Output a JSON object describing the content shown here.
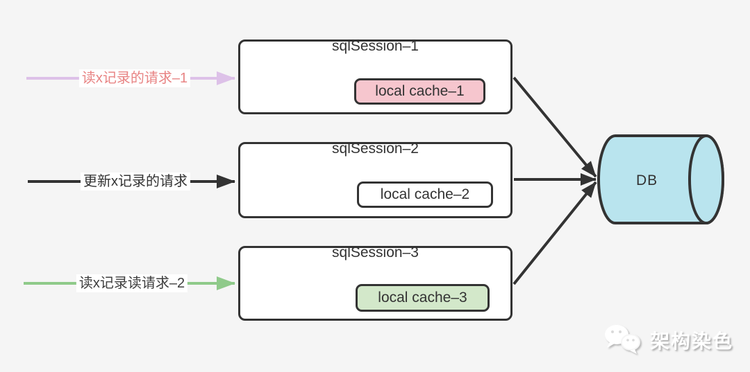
{
  "canvas": {
    "background": "#f5f5f5",
    "connector_color": "#333333"
  },
  "requests": [
    {
      "label": "读x记录的请求–1",
      "text_color": "#e88484",
      "arrow_color": "#ddc1e8"
    },
    {
      "label": "更新x记录的请求",
      "text_color": "#333333",
      "arrow_color": "#333333"
    },
    {
      "label": "读x记录读请求–2",
      "text_color": "#3d3d3d",
      "arrow_color": "#8fca8a"
    }
  ],
  "sessions": [
    {
      "title": "sqlSession–1",
      "cache_label": "local cache–1",
      "cache_fill": "#f6c6ce"
    },
    {
      "title": "sqlSession–2",
      "cache_label": "local cache–2",
      "cache_fill": "#ffffff"
    },
    {
      "title": "sqlSession–3",
      "cache_label": "local cache–3",
      "cache_fill": "#d3e8ca"
    }
  ],
  "database": {
    "label": "DB",
    "fill": "#b9e4ee",
    "stroke": "#333333"
  },
  "watermark": {
    "text": "架构染色",
    "icon": "wechat-logo"
  }
}
